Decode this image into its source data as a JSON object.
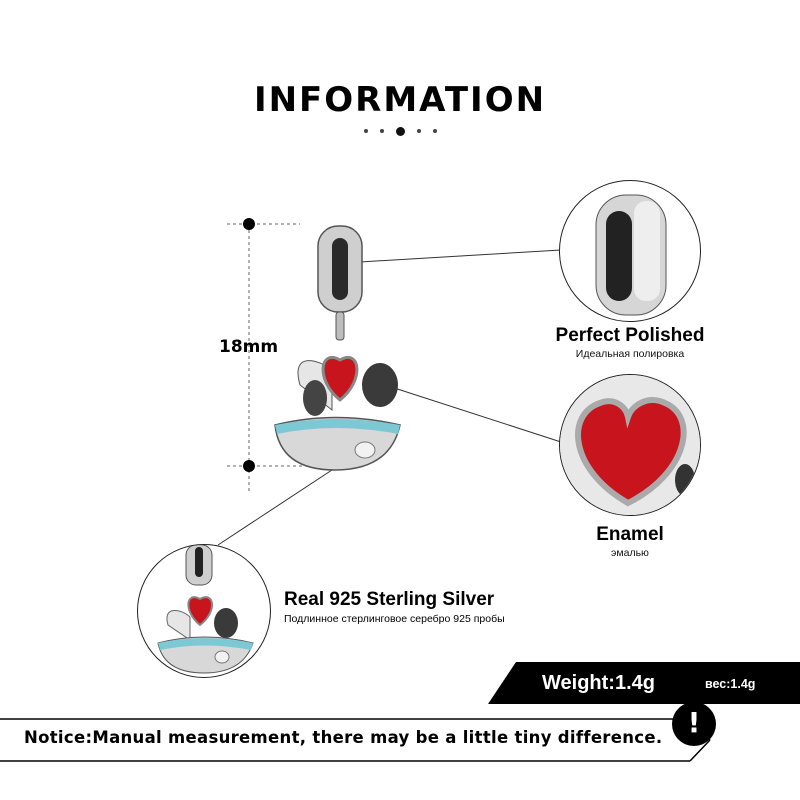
{
  "title": "INFORMATION",
  "dimension_label": "18mm",
  "features": {
    "polished": {
      "title": "Perfect  Polished",
      "subtitle": "Идеальная полировка"
    },
    "enamel": {
      "title": "Enamel",
      "subtitle": "эмалью"
    },
    "silver": {
      "title": "Real 925  Sterling  Silver",
      "subtitle": "Подлинное стерлинговое серебро 925 пробы"
    }
  },
  "weight": {
    "label": "Weight:1.4g",
    "label_ru": "вес:1.4g"
  },
  "notice": "Notice:Manual measurement, there may be a little tiny difference.",
  "colors": {
    "enamel_red": "#c8141c",
    "silver": "#d8d8d8",
    "turquoise": "#7cc8d4",
    "dark": "#111111"
  }
}
